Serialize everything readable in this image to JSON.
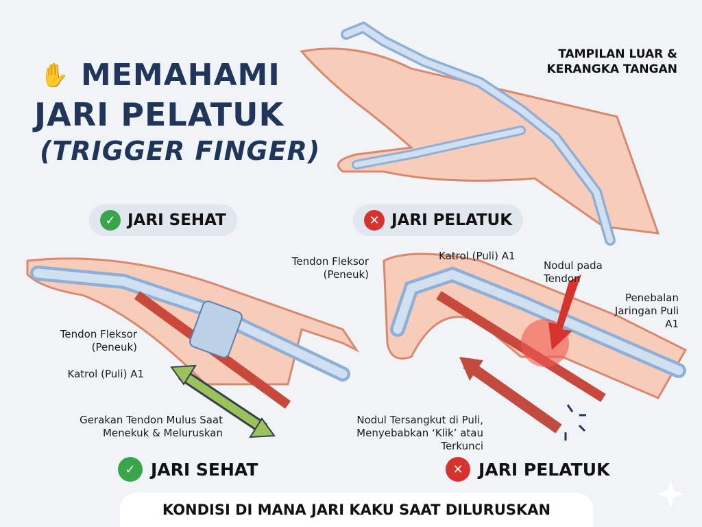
{
  "title": {
    "line1": "MEMAHAMI",
    "line2": "JARI PELATUK",
    "line3": "(TRIGGER FINGER)"
  },
  "top_right_label": "TAMPILAN LUAR & KERANGKA TANGAN",
  "top_pills": {
    "healthy": "JARI SEHAT",
    "trigger": "JARI PELATUK"
  },
  "healthy_panel": {
    "tendon_label": "Tendon Fleksor (Peneuk)",
    "pulley_label": "Katrol (Puli) A1",
    "movement_label": "Gerakan Tendon Mulus Saat Menekuk & Meluruskan",
    "caption": "JARI SEHAT"
  },
  "trigger_panel": {
    "tendon_label": "Tendon Fleksor (Peneuk)",
    "pulley_label": "Katrol (Puli) A1",
    "nodule_label": "Nodul pada Tendon",
    "thickening_label": "Penebalan Jaringan Puli A1",
    "stuck_label": "Nodul Tersangkut di Puli, Menyebabkan ‘Klik’ atau Terkunci",
    "caption": "JARI PELATUK"
  },
  "footer": "KONDISI DI MANA JARI KAKU SAAT DILURUSKAN",
  "colors": {
    "title": "#1f3559",
    "healthy": "#3aa44a",
    "trigger": "#d6332f",
    "arrow_green": "#9cc25a",
    "bone": "#b7cde6",
    "skin": "#f5c6b3"
  }
}
